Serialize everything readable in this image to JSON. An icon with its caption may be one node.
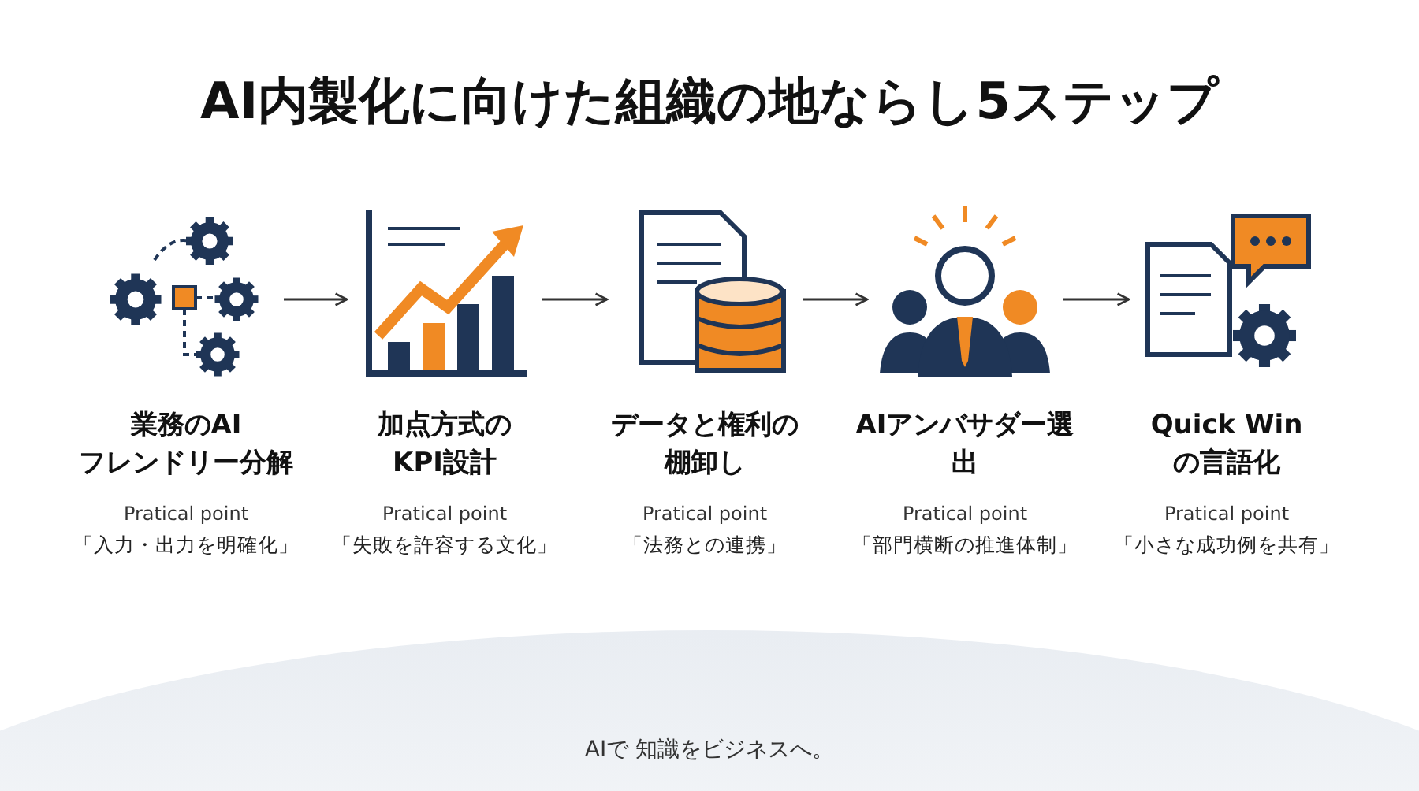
{
  "diagram": {
    "title": "AI内製化に向けた組織の地ならし5ステップ",
    "nodes": [
      {
        "text": [
          "業務のAI フレンドリー分解",
          "Pratical point",
          "「入力・出力を明確化」"
        ]
      },
      {
        "text": [
          "加点方式の KPI設計",
          "Pratical point",
          "「失敗を許容する文化」"
        ]
      },
      {
        "text": [
          "データと権利の棚卸し",
          "Pratical point",
          "「法務との連携」"
        ]
      },
      {
        "text": [
          "AIアンバサダー選出",
          "Pratical point",
          "「部門横断の推進体制」"
        ]
      },
      {
        "text": [
          "Quick Winの言語化",
          "Pratical point",
          "「小さな成功例を共有」"
        ]
      }
    ],
    "edges": [
      {
        "from": 0,
        "to": 1,
        "arrow": "to"
      },
      {
        "from": 1,
        "to": 2,
        "arrow": "to"
      },
      {
        "from": 2,
        "to": 3,
        "arrow": "to"
      },
      {
        "from": 3,
        "to": 4,
        "arrow": "to"
      }
    ],
    "labels": [
      "AIで 知識をビジネスへ。"
    ]
  }
}
